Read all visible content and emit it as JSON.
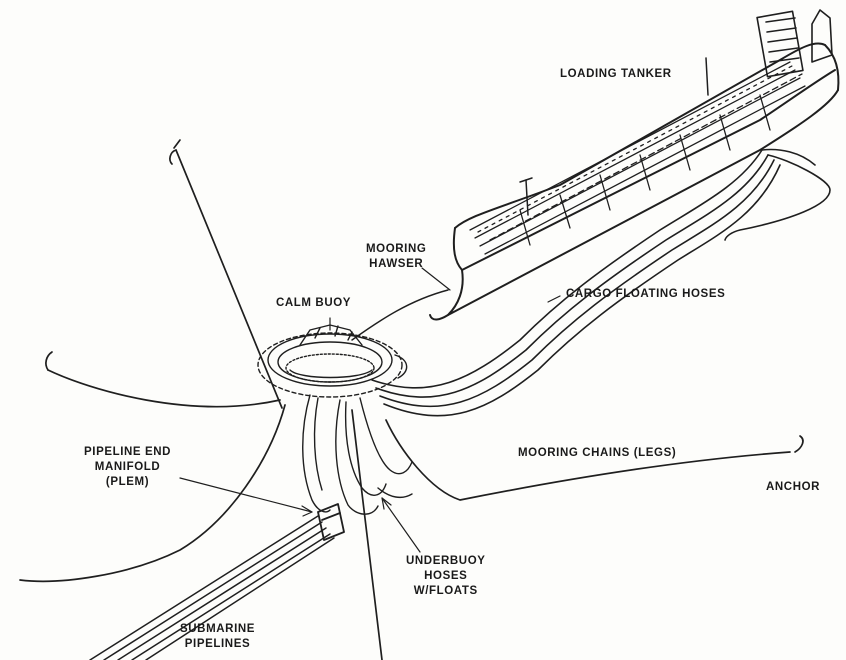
{
  "labels": {
    "loading_tanker": "LOADING TANKER",
    "mooring_hawser_line1": "MOORING",
    "mooring_hawser_line2": "HAWSER",
    "calm_buoy": "CALM BUOY",
    "cargo_floating_hoses": "CARGO FLOATING HOSES",
    "plem_line1": "PIPELINE END",
    "plem_line2": "MANIFOLD",
    "plem_line3": "(PLEM)",
    "mooring_chains": "MOORING CHAINS (LEGS)",
    "anchor": "ANCHOR",
    "underbuoy_line1": "UNDERBUOY",
    "underbuoy_line2": "HOSES",
    "underbuoy_line3": "W/FLOATS",
    "submarine_line1": "SUBMARINE",
    "submarine_line2": "PIPELINES"
  },
  "colors": {
    "ink": "#1f1f1f",
    "paper": "#fdfdfb"
  }
}
